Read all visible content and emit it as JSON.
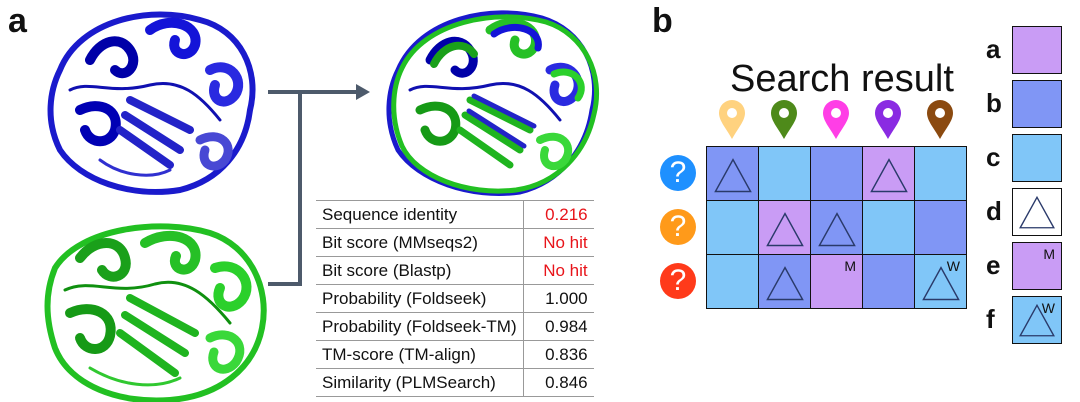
{
  "panels": {
    "a": "a",
    "b": "b"
  },
  "table": {
    "rows": [
      {
        "label": "Sequence identity",
        "value": "0.216",
        "highlight": true
      },
      {
        "label": "Bit score (MMseqs2)",
        "value": "No hit",
        "highlight": true
      },
      {
        "label": "Bit score (Blastp)",
        "value": "No hit",
        "highlight": true
      },
      {
        "label": "Probability (Foldseek)",
        "value": "1.000",
        "highlight": false
      },
      {
        "label": "Probability (Foldseek-TM)",
        "value": "0.984",
        "highlight": false
      },
      {
        "label": "TM-score (TM-align)",
        "value": "0.836",
        "highlight": false
      },
      {
        "label": "Similarity (PLMSearch)",
        "value": "0.846",
        "highlight": false
      }
    ]
  },
  "search": {
    "title": "Search result",
    "pin_colors": [
      "#ffd27f",
      "#4e8a1a",
      "#ff3ee6",
      "#8a2be2",
      "#8b4a10"
    ],
    "query_colors": [
      "#1e90ff",
      "#ff9a1a",
      "#ff3a1a"
    ],
    "query_symbol": "?",
    "grid": [
      [
        {
          "c": "b",
          "tri": true
        },
        {
          "c": "c"
        },
        {
          "c": "b"
        },
        {
          "c": "a",
          "tri": true
        },
        {
          "c": "c"
        }
      ],
      [
        {
          "c": "c"
        },
        {
          "c": "a",
          "tri": true
        },
        {
          "c": "b",
          "tri": true
        },
        {
          "c": "c"
        },
        {
          "c": "b"
        }
      ],
      [
        {
          "c": "c"
        },
        {
          "c": "b",
          "tri": true
        },
        {
          "c": "a",
          "mark": "M"
        },
        {
          "c": "b"
        },
        {
          "c": "c",
          "tri": true,
          "mark": "W"
        }
      ]
    ]
  },
  "legend": [
    {
      "letter": "a",
      "color": "#c99cf5"
    },
    {
      "letter": "b",
      "color": "#8096f5"
    },
    {
      "letter": "c",
      "color": "#80c6f8"
    },
    {
      "letter": "d",
      "color": "#ffffff",
      "tri": true
    },
    {
      "letter": "e",
      "color": "#c99cf5",
      "mark": "M"
    },
    {
      "letter": "f",
      "color": "#80c6f8",
      "tri": true,
      "mark": "W"
    }
  ],
  "colors": {
    "a": "#c99cf5",
    "b": "#8096f5",
    "c": "#80c6f8",
    "arrow": "#4d5a6b",
    "triangle": "#2a3a6a"
  }
}
